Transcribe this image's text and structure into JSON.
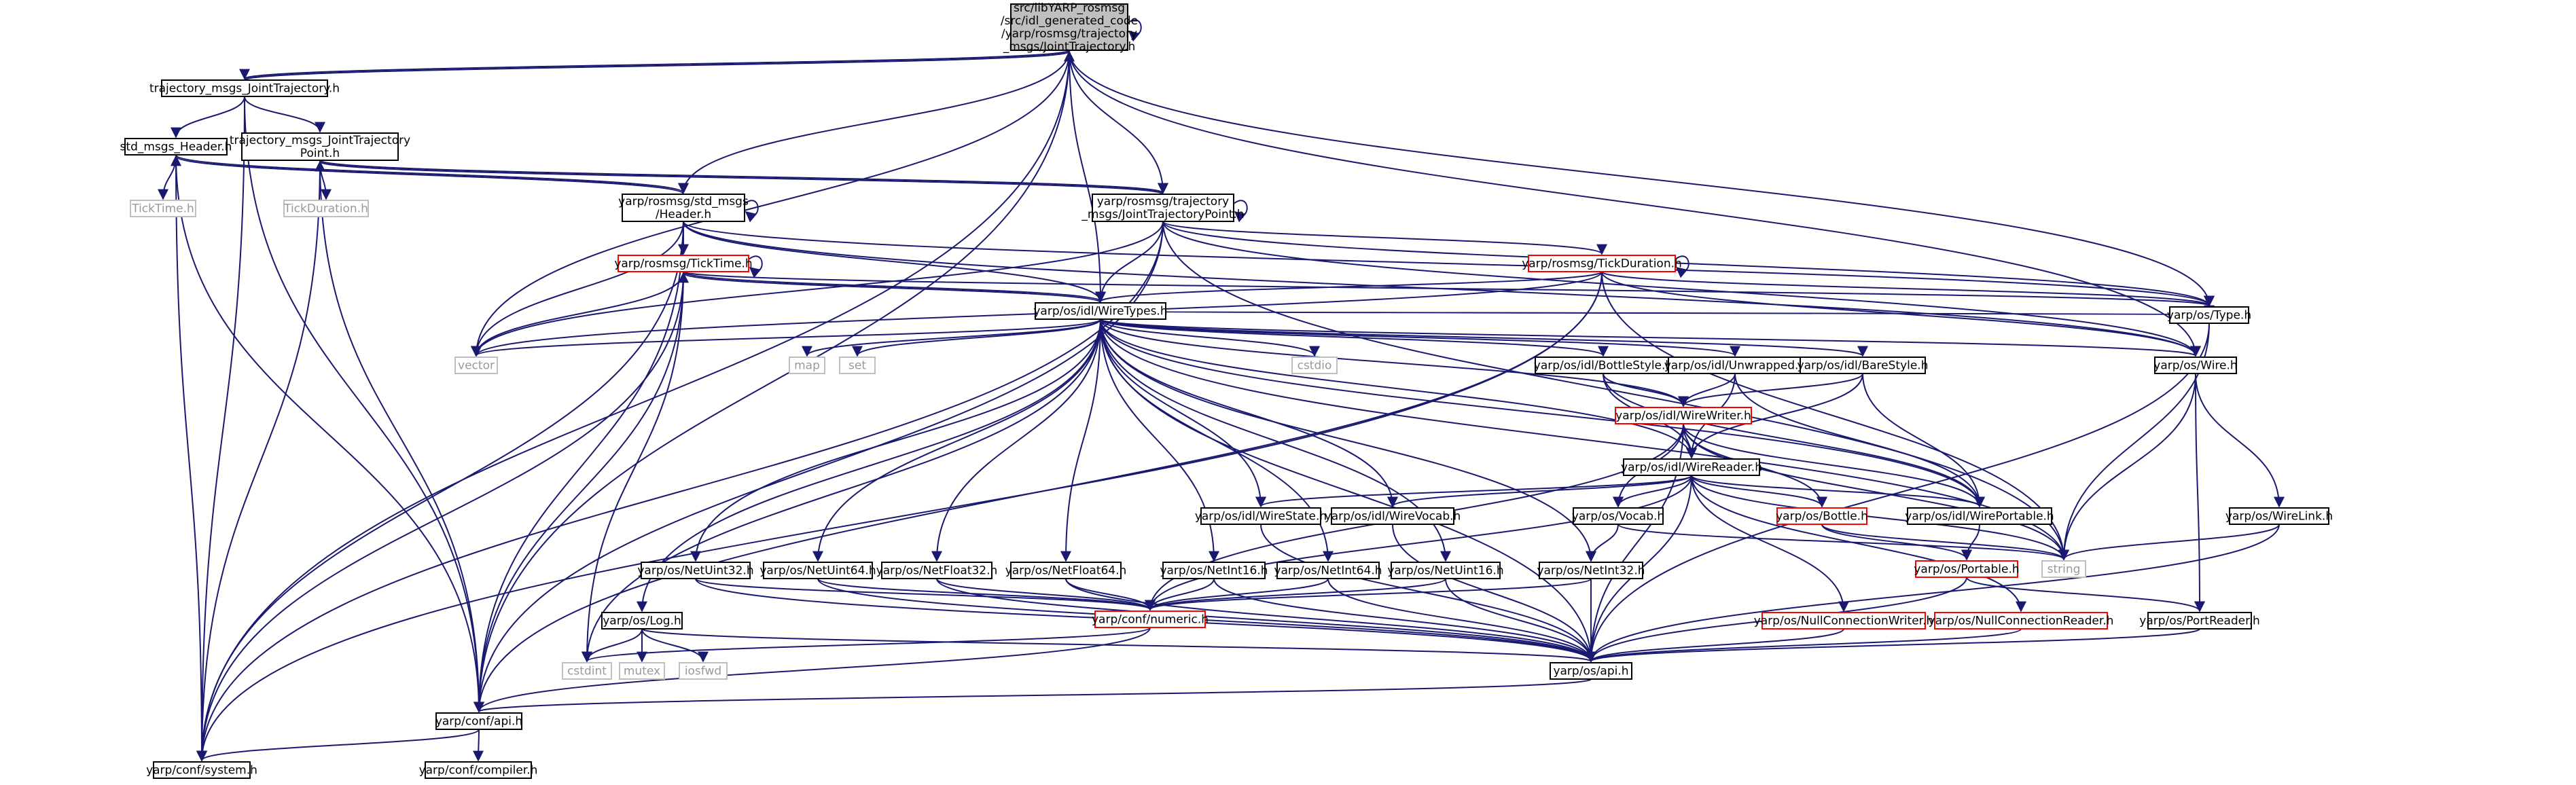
{
  "colors": {
    "edge": "#191970",
    "text": "#000000",
    "text_missing": "#999999",
    "box_default_stroke": "#000000",
    "box_missing_stroke": "#bfbfbf",
    "box_truncated_stroke": "#ff0000",
    "box_root_fill": "#bfbfbf",
    "box_fill": "#ffffff"
  },
  "nodes": [
    {
      "id": "root",
      "kind": "root",
      "lines": [
        "src/libYARP_rosmsg",
        "/src/idl_generated_code",
        "/yarp/rosmsg/trajectory",
        "_msgs/JointTrajectory.h"
      ]
    },
    {
      "id": "traj_jt",
      "kind": "default",
      "lines": [
        "trajectory_msgs_JointTrajectory.h"
      ]
    },
    {
      "id": "std_hdr",
      "kind": "default",
      "lines": [
        "std_msgs_Header.h"
      ]
    },
    {
      "id": "traj_jtp",
      "kind": "default",
      "lines": [
        "trajectory_msgs_JointTrajectory",
        "Point.h"
      ]
    },
    {
      "id": "ticktime_h",
      "kind": "missing",
      "lines": [
        "TickTime.h"
      ]
    },
    {
      "id": "tickdur_h",
      "kind": "missing",
      "lines": [
        "TickDuration.h"
      ]
    },
    {
      "id": "rm_hdr",
      "kind": "default",
      "lines": [
        "yarp/rosmsg/std_msgs",
        "/Header.h"
      ]
    },
    {
      "id": "rm_jtp",
      "kind": "default",
      "lines": [
        "yarp/rosmsg/trajectory",
        "_msgs/JointTrajectoryPoint.h"
      ]
    },
    {
      "id": "rm_tt",
      "kind": "truncated",
      "lines": [
        "yarp/rosmsg/TickTime.h"
      ]
    },
    {
      "id": "rm_td",
      "kind": "truncated",
      "lines": [
        "yarp/rosmsg/TickDuration.h"
      ]
    },
    {
      "id": "wiretypes",
      "kind": "default",
      "lines": [
        "yarp/os/idl/WireTypes.h"
      ]
    },
    {
      "id": "type_h",
      "kind": "default",
      "lines": [
        "yarp/os/Type.h"
      ]
    },
    {
      "id": "wire_h",
      "kind": "default",
      "lines": [
        "yarp/os/Wire.h"
      ]
    },
    {
      "id": "vector",
      "kind": "missing",
      "lines": [
        "vector"
      ]
    },
    {
      "id": "map",
      "kind": "missing",
      "lines": [
        "map"
      ]
    },
    {
      "id": "set",
      "kind": "missing",
      "lines": [
        "set"
      ]
    },
    {
      "id": "cstdio",
      "kind": "missing",
      "lines": [
        "cstdio"
      ]
    },
    {
      "id": "bottlestyle",
      "kind": "default",
      "lines": [
        "yarp/os/idl/BottleStyle.h"
      ]
    },
    {
      "id": "unwrapped",
      "kind": "default",
      "lines": [
        "yarp/os/idl/Unwrapped.h"
      ]
    },
    {
      "id": "barestyle",
      "kind": "default",
      "lines": [
        "yarp/os/idl/BareStyle.h"
      ]
    },
    {
      "id": "wirewriter",
      "kind": "truncated",
      "lines": [
        "yarp/os/idl/WireWriter.h"
      ]
    },
    {
      "id": "wirereader",
      "kind": "default",
      "lines": [
        "yarp/os/idl/WireReader.h"
      ]
    },
    {
      "id": "wirestate",
      "kind": "default",
      "lines": [
        "yarp/os/idl/WireState.h"
      ]
    },
    {
      "id": "wirevocab",
      "kind": "default",
      "lines": [
        "yarp/os/idl/WireVocab.h"
      ]
    },
    {
      "id": "vocab",
      "kind": "default",
      "lines": [
        "yarp/os/Vocab.h"
      ]
    },
    {
      "id": "bottle",
      "kind": "truncated",
      "lines": [
        "yarp/os/Bottle.h"
      ]
    },
    {
      "id": "wireportable",
      "kind": "default",
      "lines": [
        "yarp/os/idl/WirePortable.h"
      ]
    },
    {
      "id": "wirelink",
      "kind": "default",
      "lines": [
        "yarp/os/WireLink.h"
      ]
    },
    {
      "id": "string",
      "kind": "missing",
      "lines": [
        "string"
      ]
    },
    {
      "id": "portable",
      "kind": "truncated",
      "lines": [
        "yarp/os/Portable.h"
      ]
    },
    {
      "id": "netuint32",
      "kind": "default",
      "lines": [
        "yarp/os/NetUint32.h"
      ]
    },
    {
      "id": "netuint64",
      "kind": "default",
      "lines": [
        "yarp/os/NetUint64.h"
      ]
    },
    {
      "id": "netfloat32",
      "kind": "default",
      "lines": [
        "yarp/os/NetFloat32.h"
      ]
    },
    {
      "id": "netfloat64",
      "kind": "default",
      "lines": [
        "yarp/os/NetFloat64.h"
      ]
    },
    {
      "id": "netint16",
      "kind": "default",
      "lines": [
        "yarp/os/NetInt16.h"
      ]
    },
    {
      "id": "netint64",
      "kind": "default",
      "lines": [
        "yarp/os/NetInt64.h"
      ]
    },
    {
      "id": "netuint16",
      "kind": "default",
      "lines": [
        "yarp/os/NetUint16.h"
      ]
    },
    {
      "id": "netint32",
      "kind": "default",
      "lines": [
        "yarp/os/NetInt32.h"
      ]
    },
    {
      "id": "numeric",
      "kind": "truncated",
      "lines": [
        "yarp/conf/numeric.h"
      ]
    },
    {
      "id": "log_h",
      "kind": "default",
      "lines": [
        "yarp/os/Log.h"
      ]
    },
    {
      "id": "cstdint",
      "kind": "missing",
      "lines": [
        "cstdint"
      ]
    },
    {
      "id": "mutex",
      "kind": "missing",
      "lines": [
        "mutex"
      ]
    },
    {
      "id": "iosfwd",
      "kind": "missing",
      "lines": [
        "iosfwd"
      ]
    },
    {
      "id": "ncwriter",
      "kind": "truncated",
      "lines": [
        "yarp/os/NullConnectionWriter.h"
      ]
    },
    {
      "id": "ncreader",
      "kind": "truncated",
      "lines": [
        "yarp/os/NullConnectionReader.h"
      ]
    },
    {
      "id": "portreader",
      "kind": "default",
      "lines": [
        "yarp/os/PortReader.h"
      ]
    },
    {
      "id": "os_api",
      "kind": "default",
      "lines": [
        "yarp/os/api.h"
      ]
    },
    {
      "id": "conf_api",
      "kind": "default",
      "lines": [
        "yarp/conf/api.h"
      ]
    },
    {
      "id": "conf_system",
      "kind": "default",
      "lines": [
        "yarp/conf/system.h"
      ]
    },
    {
      "id": "conf_compiler",
      "kind": "default",
      "lines": [
        "yarp/conf/compiler.h"
      ]
    }
  ],
  "edges": [
    [
      "root",
      "traj_jt"
    ],
    [
      "root",
      "rm_hdr"
    ],
    [
      "root",
      "rm_jtp"
    ],
    [
      "root",
      "wiretypes"
    ],
    [
      "root",
      "type_h"
    ],
    [
      "root",
      "wire_h"
    ],
    [
      "root",
      "vector"
    ],
    [
      "root",
      "conf_system"
    ],
    [
      "root",
      "conf_api"
    ],
    [
      "root",
      "root"
    ],
    [
      "traj_jt",
      "std_hdr"
    ],
    [
      "traj_jt",
      "traj_jtp"
    ],
    [
      "traj_jt",
      "conf_system"
    ],
    [
      "traj_jt",
      "conf_api"
    ],
    [
      "traj_jt",
      "root"
    ],
    [
      "std_hdr",
      "ticktime_h"
    ],
    [
      "std_hdr",
      "rm_hdr"
    ],
    [
      "std_hdr",
      "conf_system"
    ],
    [
      "std_hdr",
      "conf_api"
    ],
    [
      "traj_jtp",
      "tickdur_h"
    ],
    [
      "traj_jtp",
      "rm_jtp"
    ],
    [
      "traj_jtp",
      "conf_system"
    ],
    [
      "traj_jtp",
      "conf_api"
    ],
    [
      "rm_hdr",
      "rm_tt"
    ],
    [
      "rm_hdr",
      "wiretypes"
    ],
    [
      "rm_hdr",
      "vector"
    ],
    [
      "rm_hdr",
      "wire_h"
    ],
    [
      "rm_hdr",
      "type_h"
    ],
    [
      "rm_hdr",
      "conf_system"
    ],
    [
      "rm_hdr",
      "conf_api"
    ],
    [
      "rm_hdr",
      "std_hdr"
    ],
    [
      "rm_hdr",
      "rm_hdr"
    ],
    [
      "rm_jtp",
      "rm_td"
    ],
    [
      "rm_jtp",
      "wiretypes"
    ],
    [
      "rm_jtp",
      "vector"
    ],
    [
      "rm_jtp",
      "type_h"
    ],
    [
      "rm_jtp",
      "wire_h"
    ],
    [
      "rm_jtp",
      "string"
    ],
    [
      "rm_jtp",
      "conf_system"
    ],
    [
      "rm_jtp",
      "conf_api"
    ],
    [
      "rm_jtp",
      "traj_jtp"
    ],
    [
      "rm_jtp",
      "rm_jtp"
    ],
    [
      "rm_tt",
      "wiretypes"
    ],
    [
      "rm_tt",
      "vector"
    ],
    [
      "rm_tt",
      "conf_system"
    ],
    [
      "rm_tt",
      "conf_api"
    ],
    [
      "rm_tt",
      "cstdint"
    ],
    [
      "rm_tt",
      "type_h"
    ],
    [
      "rm_tt",
      "rm_tt"
    ],
    [
      "rm_td",
      "wiretypes"
    ],
    [
      "rm_td",
      "vector"
    ],
    [
      "rm_td",
      "type_h"
    ],
    [
      "rm_td",
      "wire_h"
    ],
    [
      "rm_td",
      "string"
    ],
    [
      "rm_td",
      "conf_system"
    ],
    [
      "rm_td",
      "conf_api"
    ],
    [
      "rm_td",
      "rm_td"
    ],
    [
      "wiretypes",
      "vector"
    ],
    [
      "wiretypes",
      "map"
    ],
    [
      "wiretypes",
      "set"
    ],
    [
      "wiretypes",
      "cstdio"
    ],
    [
      "wiretypes",
      "bottlestyle"
    ],
    [
      "wiretypes",
      "unwrapped"
    ],
    [
      "wiretypes",
      "barestyle"
    ],
    [
      "wiretypes",
      "wirewriter"
    ],
    [
      "wiretypes",
      "wirereader"
    ],
    [
      "wiretypes",
      "wirestate"
    ],
    [
      "wiretypes",
      "wirevocab"
    ],
    [
      "wiretypes",
      "wireportable"
    ],
    [
      "wiretypes",
      "wire_h"
    ],
    [
      "wiretypes",
      "type_h"
    ],
    [
      "wiretypes",
      "string"
    ],
    [
      "wiretypes",
      "cstdint"
    ],
    [
      "wiretypes",
      "netuint32"
    ],
    [
      "wiretypes",
      "netuint64"
    ],
    [
      "wiretypes",
      "netfloat32"
    ],
    [
      "wiretypes",
      "netfloat64"
    ],
    [
      "wiretypes",
      "netint16"
    ],
    [
      "wiretypes",
      "netint64"
    ],
    [
      "wiretypes",
      "netuint16"
    ],
    [
      "wiretypes",
      "netint32"
    ],
    [
      "wiretypes",
      "log_h"
    ],
    [
      "wiretypes",
      "os_api"
    ],
    [
      "wiretypes",
      "rm_tt"
    ],
    [
      "type_h",
      "string"
    ],
    [
      "type_h",
      "os_api"
    ],
    [
      "wire_h",
      "wirelink"
    ],
    [
      "wire_h",
      "string"
    ],
    [
      "wire_h",
      "portreader"
    ],
    [
      "bottlestyle",
      "wirewriter"
    ],
    [
      "bottlestyle",
      "wirereader"
    ],
    [
      "bottlestyle",
      "wireportable"
    ],
    [
      "unwrapped",
      "wirewriter"
    ],
    [
      "unwrapped",
      "wirereader"
    ],
    [
      "unwrapped",
      "wireportable"
    ],
    [
      "barestyle",
      "wirewriter"
    ],
    [
      "barestyle",
      "wirereader"
    ],
    [
      "barestyle",
      "wireportable"
    ],
    [
      "wirewriter",
      "wirereader"
    ],
    [
      "wirewriter",
      "vocab"
    ],
    [
      "wirewriter",
      "bottle"
    ],
    [
      "wirewriter",
      "wireportable"
    ],
    [
      "wirewriter",
      "string"
    ],
    [
      "wirewriter",
      "numeric"
    ],
    [
      "wirewriter",
      "os_api"
    ],
    [
      "wirereader",
      "wirestate"
    ],
    [
      "wirereader",
      "wirevocab"
    ],
    [
      "wirereader",
      "vocab"
    ],
    [
      "wirereader",
      "bottle"
    ],
    [
      "wirereader",
      "wireportable"
    ],
    [
      "wirereader",
      "ncwriter"
    ],
    [
      "wirereader",
      "ncreader"
    ],
    [
      "wirereader",
      "string"
    ],
    [
      "wirereader",
      "numeric"
    ],
    [
      "wirereader",
      "os_api"
    ],
    [
      "wirestate",
      "os_api"
    ],
    [
      "wirevocab",
      "os_api"
    ],
    [
      "vocab",
      "netint32"
    ],
    [
      "vocab",
      "string"
    ],
    [
      "bottle",
      "portable"
    ],
    [
      "bottle",
      "string"
    ],
    [
      "wireportable",
      "portable"
    ],
    [
      "portable",
      "portreader"
    ],
    [
      "portable",
      "os_api"
    ],
    [
      "wirelink",
      "string"
    ],
    [
      "wirelink",
      "os_api"
    ],
    [
      "netuint32",
      "numeric"
    ],
    [
      "netuint32",
      "os_api"
    ],
    [
      "netuint64",
      "numeric"
    ],
    [
      "netuint64",
      "os_api"
    ],
    [
      "netfloat32",
      "numeric"
    ],
    [
      "netfloat32",
      "os_api"
    ],
    [
      "netfloat64",
      "numeric"
    ],
    [
      "netfloat64",
      "os_api"
    ],
    [
      "netint16",
      "numeric"
    ],
    [
      "netint16",
      "os_api"
    ],
    [
      "netint64",
      "numeric"
    ],
    [
      "netint64",
      "os_api"
    ],
    [
      "netuint16",
      "numeric"
    ],
    [
      "netuint16",
      "os_api"
    ],
    [
      "netint32",
      "numeric"
    ],
    [
      "netint32",
      "os_api"
    ],
    [
      "numeric",
      "conf_api"
    ],
    [
      "numeric",
      "cstdint"
    ],
    [
      "log_h",
      "cstdint"
    ],
    [
      "log_h",
      "mutex"
    ],
    [
      "log_h",
      "iosfwd"
    ],
    [
      "log_h",
      "os_api"
    ],
    [
      "ncwriter",
      "os_api"
    ],
    [
      "ncreader",
      "os_api"
    ],
    [
      "portreader",
      "os_api"
    ],
    [
      "os_api",
      "conf_api"
    ],
    [
      "conf_api",
      "conf_system"
    ],
    [
      "conf_api",
      "conf_compiler"
    ]
  ]
}
